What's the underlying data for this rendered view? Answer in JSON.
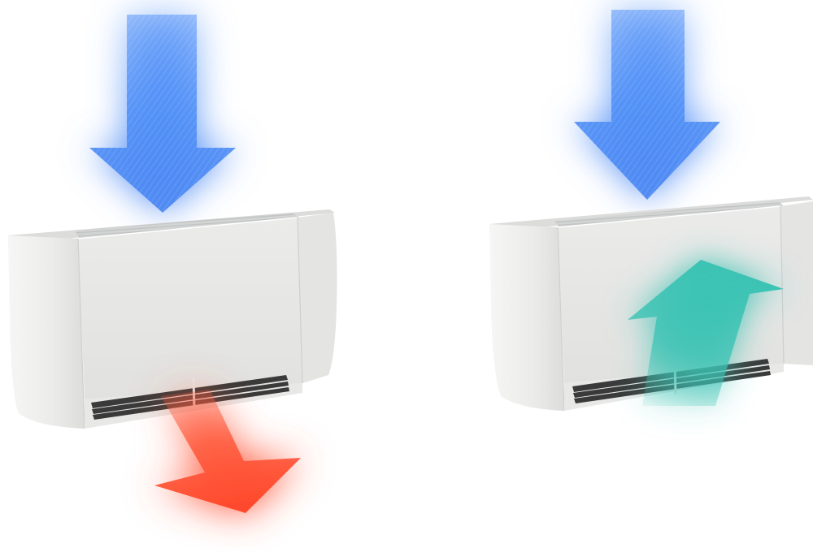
{
  "scene": {
    "description_free": true,
    "units": [
      {
        "id": "left-unit",
        "mode": "heating",
        "intake_arrow_color": "#4f8ff7",
        "outflow_arrow_color": "#ff5a3c"
      },
      {
        "id": "right-unit",
        "mode": "cooling",
        "intake_arrow_color": "#4f8ff7",
        "outflow_arrow_color": "#3cc3b4"
      }
    ],
    "colors": {
      "background": "#ffffff",
      "unit_body": "#ebebea",
      "unit_front": "#e6e6e4",
      "top_grille": "#cfd0d0",
      "vent_slot": "#3a3a3a"
    }
  }
}
